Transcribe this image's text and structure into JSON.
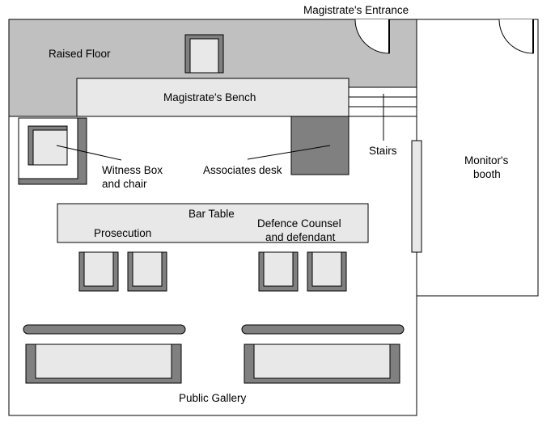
{
  "labels": {
    "magistrates_entrance": "Magistrate's Entrance",
    "raised_floor": "Raised Floor",
    "magistrates_bench": "Magistrate's Bench",
    "witness_box_line1": "Witness Box",
    "witness_box_line2": "and chair",
    "associates_desk": "Associates desk",
    "stairs": "Stairs",
    "monitors_booth_line1": "Monitor's",
    "monitors_booth_line2": "booth",
    "bar_table": "Bar Table",
    "prosecution": "Prosecution",
    "defence_line1": "Defence Counsel",
    "defence_line2": "and defendant",
    "public_gallery": "Public Gallery"
  },
  "colors": {
    "raised_floor": "#c0c0c0",
    "light_fill": "#e8e8e8",
    "dark_fill": "#808080",
    "outline": "#000000"
  }
}
